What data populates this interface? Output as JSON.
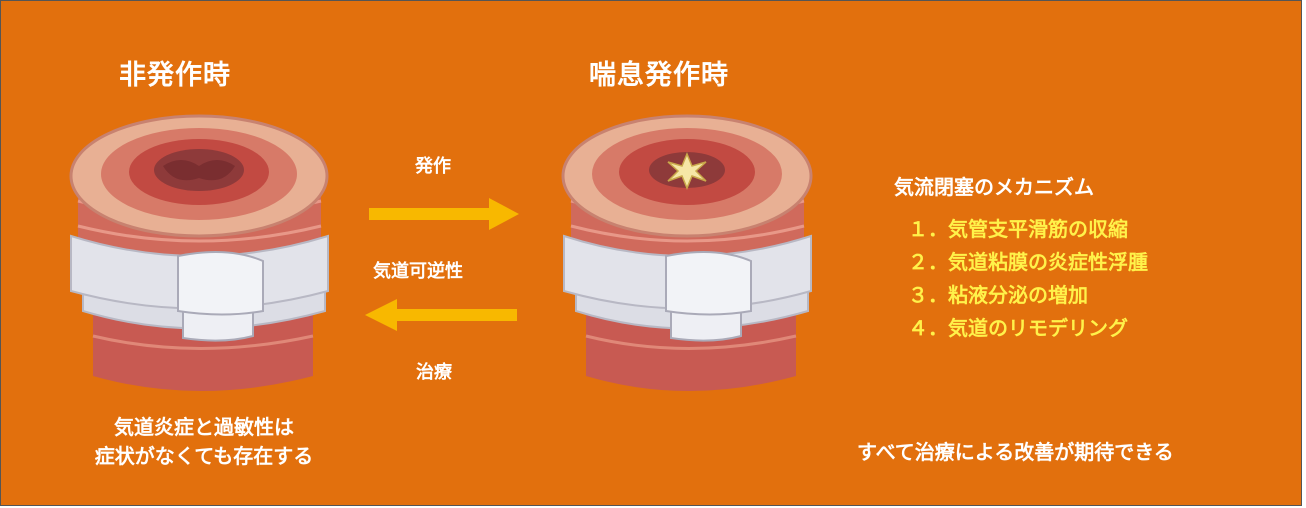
{
  "titles": {
    "left": "非発作時",
    "right": "喘息発作時"
  },
  "arrows": {
    "attack": "発作",
    "reversibility": "気道可逆性",
    "treatment": "治療"
  },
  "caption_left": {
    "line1": "気道炎症と過敏性は",
    "line2": "症状がなくても存在する"
  },
  "mechanism": {
    "title": "気流閉塞のメカニズム",
    "items": [
      "１．気管支平滑筋の収縮",
      "２．気道粘膜の炎症性浮腫",
      "３．粘液分泌の増加",
      "４．気道のリモデリング"
    ]
  },
  "caption_right": "すべて治療による改善が期待できる",
  "colors": {
    "background": "#E2700D",
    "arrow": "#F8B800",
    "highlight": "#FFF24A",
    "text": "#FFFFFF"
  },
  "icons": {
    "left_image": "normal-airway-illustration",
    "right_image": "asthma-airway-illustration"
  }
}
